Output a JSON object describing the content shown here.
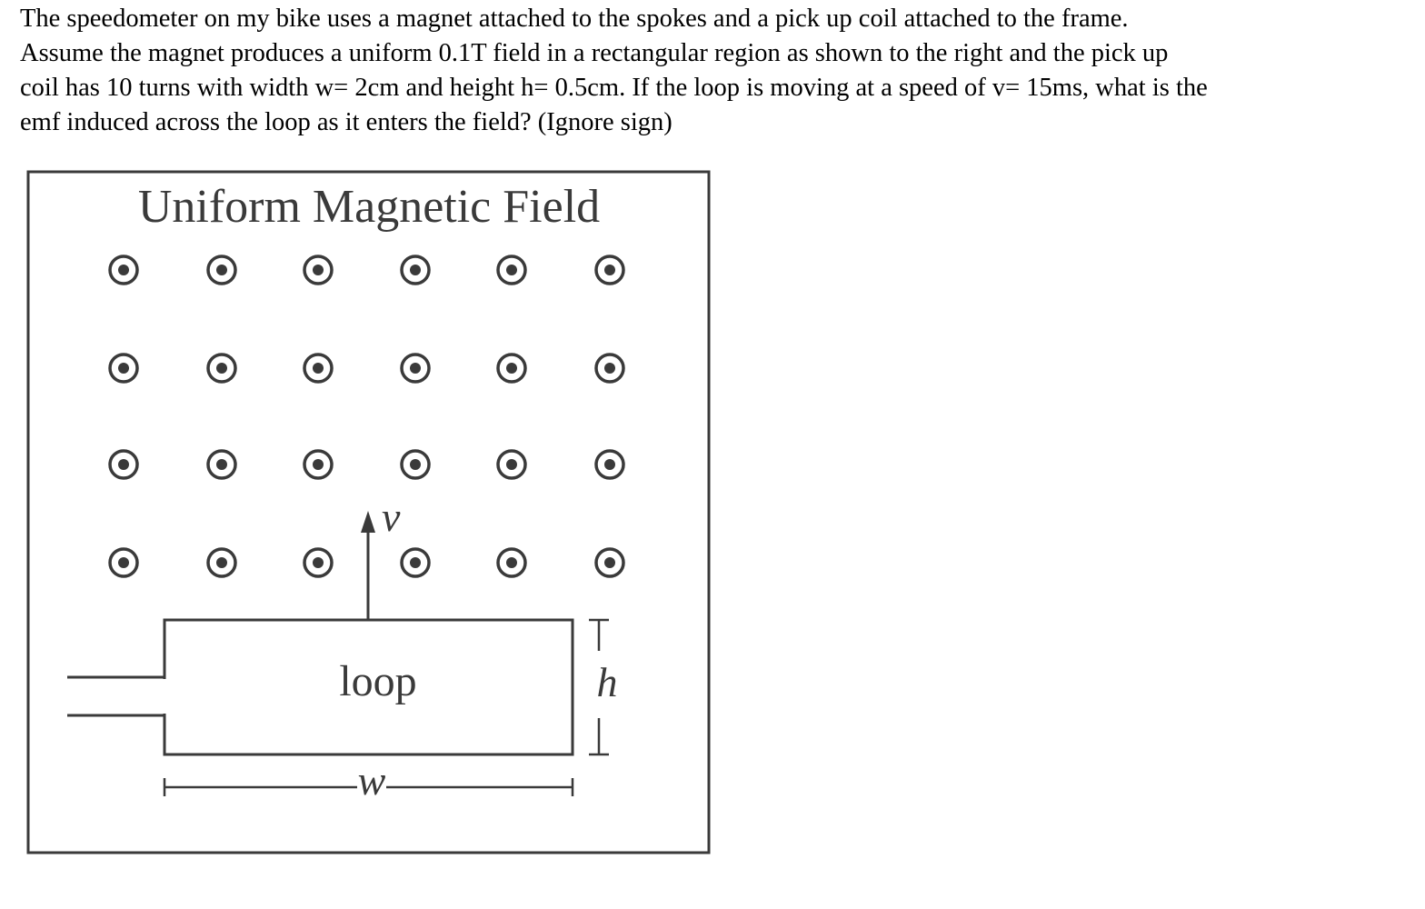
{
  "question": {
    "lines": [
      "The speedometer on my bike uses a magnet attached to the spokes and a pick up coil attached to the frame.",
      "Assume the magnet produces a uniform 0.1T field in a rectangular region as shown to the right and the pick up",
      "coil has 10 turns with width w= 2cm and height h= 0.5cm. If the loop is moving at a speed of v= 15ms, what is the",
      "emf induced across the loop as it enters the field? (Ignore sign)"
    ]
  },
  "figure": {
    "title": "Uniform Magnetic Field",
    "field_symbol": "out-of-page-dot-icon",
    "field_grid": {
      "rows": 4,
      "cols": 6
    },
    "loop_label": "loop",
    "velocity_label": "v",
    "width_label": "w",
    "height_label": "h",
    "stroke_color": "#3a3a3a"
  }
}
